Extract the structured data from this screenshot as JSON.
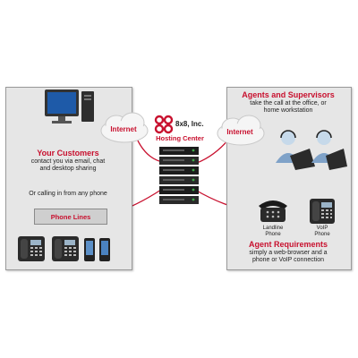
{
  "hosting": {
    "brand": "8x8, Inc.",
    "label": "Hosting Center"
  },
  "left_panel": {
    "cloud_label": "Internet",
    "customers_title": "Your Customers",
    "customers_text_1": "contact you via email, chat",
    "customers_text_2": "and desktop sharing",
    "calling_text": "Or calling in from any phone",
    "phone_lines_label": "Phone Lines"
  },
  "right_panel": {
    "cloud_label": "Internet",
    "agents_title": "Agents and Supervisors",
    "agents_text_1": "take the call at the office, or",
    "agents_text_2": "home workstation",
    "landline_label_1": "Landline",
    "landline_label_2": "Phone",
    "voip_label_1": "VoIP",
    "voip_label_2": "Phone",
    "requirements_title": "Agent Requirements",
    "requirements_text_1": "simply a web-browser and a",
    "requirements_text_2": "phone or VoIP connection"
  },
  "colors": {
    "accent": "#c8102e",
    "panel_bg": "#e6e6e6",
    "line": "#c8102e"
  }
}
